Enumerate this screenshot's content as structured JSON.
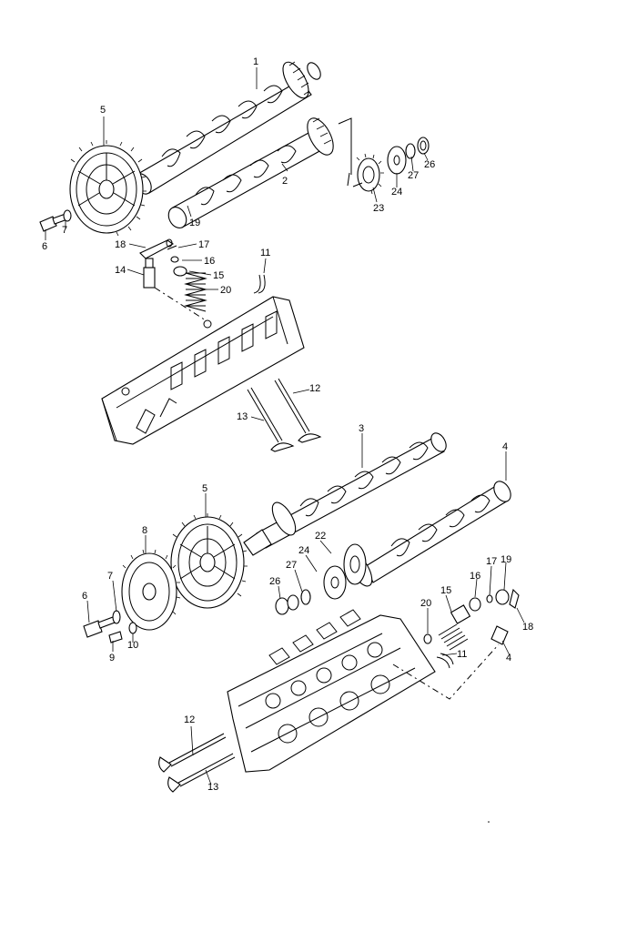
{
  "diagram": {
    "callouts_upper": [
      "1",
      "5",
      "2",
      "19",
      "23",
      "24",
      "27",
      "26",
      "6",
      "7",
      "18",
      "17",
      "16",
      "15",
      "14",
      "20",
      "11",
      "12",
      "13"
    ],
    "callouts_lower": [
      "3",
      "4",
      "5",
      "8",
      "22",
      "24",
      "27",
      "26",
      "7",
      "6",
      "9",
      "10",
      "17",
      "19",
      "16",
      "15",
      "20",
      "18",
      "11",
      "4",
      "12",
      "13"
    ]
  }
}
